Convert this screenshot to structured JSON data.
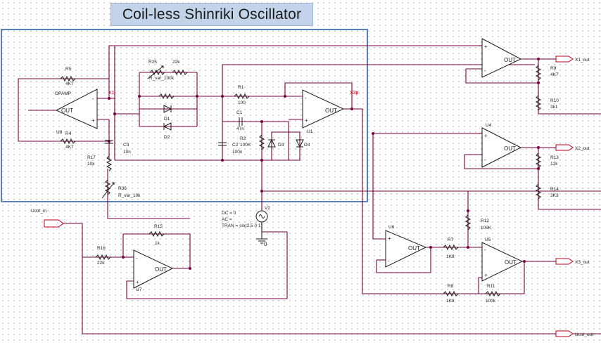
{
  "title": "Coil-less Shinriki Oscillator",
  "colors": {
    "wire": "#7a0040",
    "component": "#1a1a1a",
    "net_label": "#c0001a",
    "title_bg": "#c3d4ea",
    "frame": "#5b82b5"
  },
  "opamps": {
    "opamp_left": {
      "name": "OPAMP",
      "out": "OUT"
    },
    "u8": "U8",
    "u1": {
      "name": "U1",
      "out": "OUT"
    },
    "u2": {
      "out": "OUT"
    },
    "u4": {
      "name": "U4",
      "out": "OUT"
    },
    "u6": {
      "name": "U6",
      "out": "OUT"
    },
    "u5": {
      "name": "U5",
      "out": "OUT"
    },
    "u7": {
      "name": "U7",
      "out": "OUT"
    }
  },
  "pins": {
    "plus": "+",
    "minus": "-"
  },
  "resistors": {
    "r5": {
      "ref": "R5",
      "val": "4K7"
    },
    "r4": {
      "ref": "R4",
      "val": "4K7"
    },
    "r25": {
      "ref": "R25",
      "val": "R_var_100k",
      "series": "22k"
    },
    "r1": {
      "ref": "R1",
      "val": "100"
    },
    "r2": {
      "ref": "R2",
      "val": "100K"
    },
    "r17": {
      "ref": "R17",
      "val": "10k"
    },
    "r36": {
      "ref": "R36",
      "val": "R_var_10k"
    },
    "r9": {
      "ref": "R9",
      "val": "4K7"
    },
    "r10": {
      "ref": "R10",
      "val": "3k1"
    },
    "r13": {
      "ref": "R13",
      "val": "12k"
    },
    "r14": {
      "ref": "R14",
      "val": "3K3"
    },
    "r12": {
      "ref": "R12",
      "val": "100K"
    },
    "r7": {
      "ref": "R7",
      "val": "1K8"
    },
    "r8": {
      "ref": "R8",
      "val": "1K8"
    },
    "r11": {
      "ref": "R11",
      "val": "100k"
    },
    "r15": {
      "ref": "R15",
      "val": "1k"
    },
    "r16": {
      "ref": "R16",
      "val": "22k"
    }
  },
  "capacitors": {
    "c1": {
      "ref": "C1",
      "val": "47n"
    },
    "c2": {
      "ref": "C2",
      "val": "100n"
    },
    "c3": {
      "ref": "C3",
      "val": "10n"
    }
  },
  "diodes": {
    "d1": "D1",
    "d2": "D2",
    "d3": "D3",
    "d4": "D4"
  },
  "nets": {
    "x1": "X1",
    "x3p": "X3p"
  },
  "source": {
    "ref": "V2",
    "dc": "DC = 0",
    "ac": "AC =",
    "tran": "TRAN = sin(2.5 0 1)",
    "gnd": "0"
  },
  "ports": {
    "x1_out": "X1_out",
    "x2_out": "X2_out",
    "x3_out": "X3_out",
    "uctrl_in": "Uctrl_in",
    "uctrl_out": "Uctrl_out"
  }
}
